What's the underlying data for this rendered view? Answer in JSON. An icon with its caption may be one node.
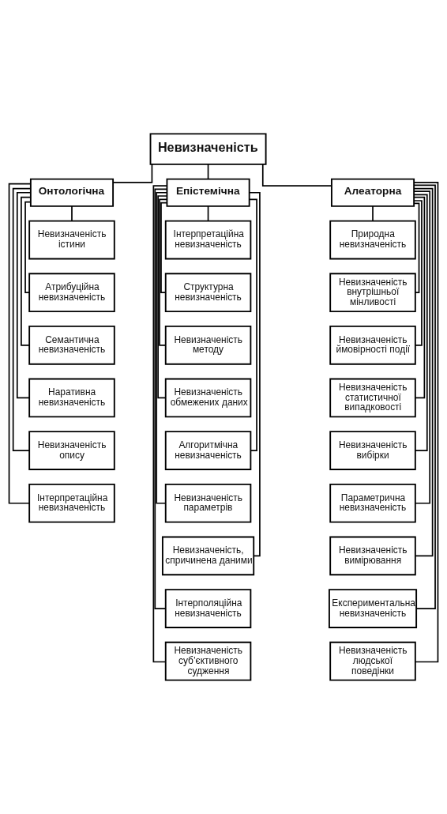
{
  "diagram": {
    "nodes": [
      {
        "text": [
          "Невизначеність"
        ]
      },
      {
        "text": [
          "Онтологічна"
        ]
      },
      {
        "text": [
          "Епістемічна"
        ]
      },
      {
        "text": [
          "Алеаторна"
        ]
      },
      {
        "text": [
          "Невизначеність істини"
        ]
      },
      {
        "text": [
          "Атрибуційна невизначеність"
        ]
      },
      {
        "text": [
          "Семантична невизначеність"
        ]
      },
      {
        "text": [
          "Наративна невизначеність"
        ]
      },
      {
        "text": [
          "Невизначеність опису"
        ]
      },
      {
        "text": [
          "Інтерпретаційна невизначеність"
        ]
      },
      {
        "text": [
          "Інтерпретаційна невизначеність"
        ]
      },
      {
        "text": [
          "Структурна невизначеність"
        ]
      },
      {
        "text": [
          "Невизначеність методу"
        ]
      },
      {
        "text": [
          "Невизначеність обмежених даних"
        ]
      },
      {
        "text": [
          "Алгоритмічна невизначеність"
        ]
      },
      {
        "text": [
          "Невизначеність параметрів"
        ]
      },
      {
        "text": [
          "Невизначеність, спричинена даними"
        ]
      },
      {
        "text": [
          "Інтерполяційна невизначеність"
        ]
      },
      {
        "text": [
          "Невизначеність суб’єктивного судження"
        ]
      },
      {
        "text": [
          "Природна невизначеність"
        ]
      },
      {
        "text": [
          "Невизначеність внутрішньої мінливості"
        ]
      },
      {
        "text": [
          "Невизначеність ймовірності події"
        ]
      },
      {
        "text": [
          "Невизначеність статистичної випадковості"
        ]
      },
      {
        "text": [
          "Невизначеність вибірки"
        ]
      },
      {
        "text": [
          "Параметрична невизначеність"
        ]
      },
      {
        "text": [
          "Невизначеність вимірювання"
        ]
      },
      {
        "text": [
          "Експериментальна невизначеність"
        ]
      },
      {
        "text": [
          "Невизначеність людської поведінки"
        ]
      }
    ],
    "edges": [
      {
        "from": 0,
        "to": 1,
        "arrow": "none"
      },
      {
        "from": 0,
        "to": 2,
        "arrow": "none"
      },
      {
        "from": 0,
        "to": 3,
        "arrow": "none"
      },
      {
        "from": 1,
        "to": 4,
        "arrow": "none"
      },
      {
        "from": 1,
        "to": 5,
        "arrow": "none"
      },
      {
        "from": 1,
        "to": 6,
        "arrow": "none"
      },
      {
        "from": 1,
        "to": 7,
        "arrow": "none"
      },
      {
        "from": 1,
        "to": 8,
        "arrow": "none"
      },
      {
        "from": 1,
        "to": 9,
        "arrow": "none"
      },
      {
        "from": 2,
        "to": 10,
        "arrow": "none"
      },
      {
        "from": 2,
        "to": 11,
        "arrow": "none"
      },
      {
        "from": 2,
        "to": 12,
        "arrow": "none"
      },
      {
        "from": 2,
        "to": 13,
        "arrow": "none"
      },
      {
        "from": 2,
        "to": 14,
        "arrow": "none"
      },
      {
        "from": 2,
        "to": 15,
        "arrow": "none"
      },
      {
        "from": 2,
        "to": 16,
        "arrow": "none"
      },
      {
        "from": 2,
        "to": 17,
        "arrow": "none"
      },
      {
        "from": 2,
        "to": 18,
        "arrow": "none"
      },
      {
        "from": 3,
        "to": 19,
        "arrow": "none"
      },
      {
        "from": 3,
        "to": 20,
        "arrow": "none"
      },
      {
        "from": 3,
        "to": 21,
        "arrow": "none"
      },
      {
        "from": 3,
        "to": 22,
        "arrow": "none"
      },
      {
        "from": 3,
        "to": 23,
        "arrow": "none"
      },
      {
        "from": 3,
        "to": 24,
        "arrow": "none"
      },
      {
        "from": 3,
        "to": 25,
        "arrow": "none"
      },
      {
        "from": 3,
        "to": 26,
        "arrow": "none"
      },
      {
        "from": 3,
        "to": 27,
        "arrow": "none"
      }
    ]
  }
}
